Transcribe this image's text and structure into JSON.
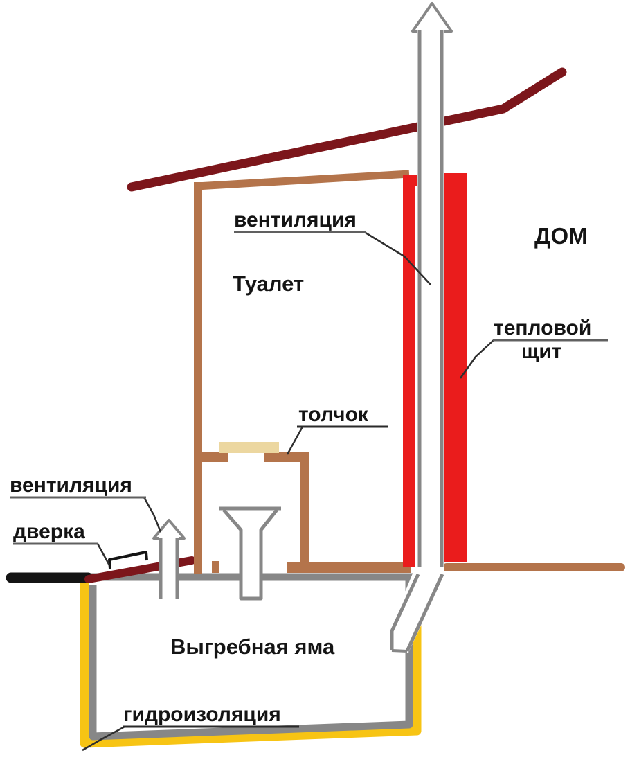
{
  "diagram": {
    "labels": {
      "ventilation_top": "вентиляция",
      "house": "ДОМ",
      "toilet": "Туалет",
      "heat_shield_line1": "тепловой",
      "heat_shield_line2": "щит",
      "seat": "толчок",
      "ventilation_left": "вентиляция",
      "door": "дверка",
      "cesspool": "Выгребная яма",
      "waterproofing": "гидроизоляция"
    },
    "colors": {
      "roof_and_hatch": "#7c161b",
      "heat_shield": "#ea1c1c",
      "wood_walls": "#b4744b",
      "seat_top": "#ecd7a0",
      "pipes_and_pit_liner": "#878787",
      "waterproofing_layer": "#f7c414",
      "ground_left": "#141414",
      "text": "#141414"
    }
  }
}
